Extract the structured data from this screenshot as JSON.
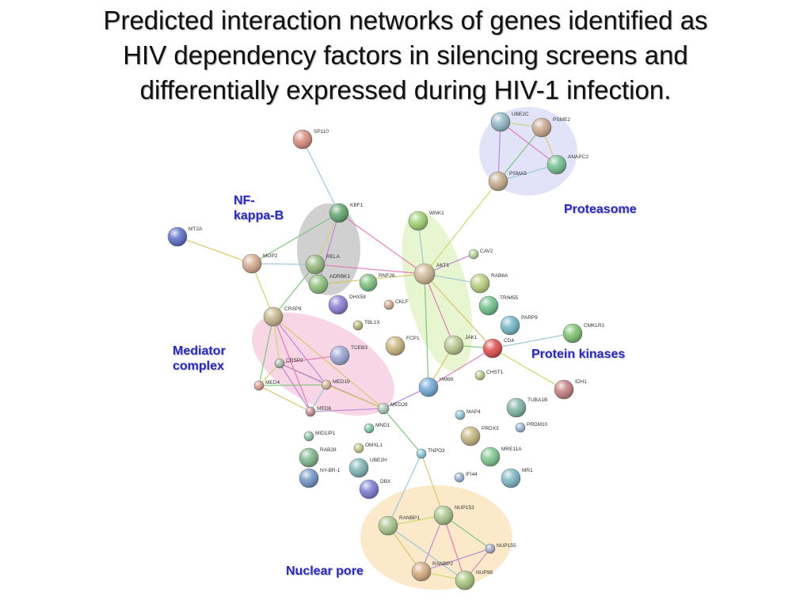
{
  "title": {
    "lines": [
      "Predicted interaction networks of genes identified as",
      "HIV dependency factors in silencing screens and",
      "differentially expressed during HIV-1 infection."
    ]
  },
  "clusters": {
    "nfkb": [
      "NF-",
      "kappa-B"
    ],
    "proteasome": "Proteasome",
    "mediator": [
      "Mediator",
      "complex"
    ],
    "kinases": "Protein kinases",
    "nuclear_pore": "Nuclear pore"
  },
  "nodes": [
    {
      "id": "SP110",
      "label": "SP110",
      "color": "#d88a7c"
    },
    {
      "id": "UBE2C",
      "label": "UBE2C",
      "color": "#8fb7c6"
    },
    {
      "id": "PSME2",
      "label": "PSME2",
      "color": "#c9a48c"
    },
    {
      "id": "ANAPC2",
      "label": "ANAPC2",
      "color": "#6fbf8c"
    },
    {
      "id": "PSMA5",
      "label": "PSMA5",
      "color": "#c4a98a"
    },
    {
      "id": "KBF1",
      "label": "KBF1",
      "color": "#5fa36a"
    },
    {
      "id": "WNK1",
      "label": "WNK1",
      "color": "#9fcf6f"
    },
    {
      "id": "MT2A",
      "label": "MT2A",
      "color": "#5a6bc4"
    },
    {
      "id": "MOP2",
      "label": "MOP2",
      "color": "#d4a88a"
    },
    {
      "id": "RELA",
      "label": "RELA",
      "color": "#93b87a"
    },
    {
      "id": "ADRBK1",
      "label": "ADRBK1",
      "color": "#8cbf78"
    },
    {
      "id": "RNF26",
      "label": "RNF26",
      "color": "#7cbf7c"
    },
    {
      "id": "CAV2",
      "label": "CAV2",
      "color": "#b8d49a"
    },
    {
      "id": "AKT1",
      "label": "AKT1",
      "color": "#d0b894"
    },
    {
      "id": "RAB8A",
      "label": "RAB8A",
      "color": "#b8cf7c"
    },
    {
      "id": "DHX58",
      "label": "DHX58",
      "color": "#8a7ad4"
    },
    {
      "id": "CKLF",
      "label": "CKLF",
      "color": "#d4a88a"
    },
    {
      "id": "TRIM55",
      "label": "TRIM55",
      "color": "#6fbf8c"
    },
    {
      "id": "CRSP9",
      "label": "CRSP9",
      "color": "#c4b48a"
    },
    {
      "id": "TBL1X",
      "label": "TBL1X",
      "color": "#b8b47a"
    },
    {
      "id": "PARP9",
      "label": "PARP9",
      "color": "#6fb4c4"
    },
    {
      "id": "CMKLR1",
      "label": "CMKLR1",
      "color": "#7cbf6f"
    },
    {
      "id": "TCEB3",
      "label": "TCEB3",
      "color": "#9aa4d4"
    },
    {
      "id": "FCP1",
      "label": "FCP1",
      "color": "#c8b47c"
    },
    {
      "id": "JAK1",
      "label": "JAK1",
      "color": "#b8c48a"
    },
    {
      "id": "CD4",
      "label": "CD4",
      "color": "#e04a4a"
    },
    {
      "id": "CRSP2",
      "label": "CRSP2",
      "color": "#a8b4a8"
    },
    {
      "id": "MED19",
      "label": "MED19",
      "color": "#d4b494"
    },
    {
      "id": "MED4",
      "label": "MED4",
      "color": "#d49a8a"
    },
    {
      "id": "CHST1",
      "label": "CHST1",
      "color": "#b8cf8a"
    },
    {
      "id": "HM89",
      "label": "HM89",
      "color": "#6fa8d8"
    },
    {
      "id": "IDH1",
      "label": "IDH1",
      "color": "#c47c7c"
    },
    {
      "id": "TUBA1B",
      "label": "TUBA1B",
      "color": "#7cb4a4"
    },
    {
      "id": "MED6",
      "label": "MED6",
      "color": "#c48a94"
    },
    {
      "id": "MED28",
      "label": "MED28",
      "color": "#a8c4b4"
    },
    {
      "id": "MAP4",
      "label": "MAP4",
      "color": "#8ac4d4"
    },
    {
      "id": "MND1",
      "label": "MND1",
      "color": "#7cc4a4"
    },
    {
      "id": "PRDM10",
      "label": "PRDM10",
      "color": "#9ab4d4"
    },
    {
      "id": "PRDX3",
      "label": "PRDX3",
      "color": "#c4b47c"
    },
    {
      "id": "MID1IP1",
      "label": "MID1IP1",
      "color": "#8ac4a4"
    },
    {
      "id": "OMXL1",
      "label": "OMXL1",
      "color": "#c4c48a"
    },
    {
      "id": "RAB28",
      "label": "RAB28",
      "color": "#7cb48a"
    },
    {
      "id": "UBE2H",
      "label": "UBE2H",
      "color": "#7cb4b4"
    },
    {
      "id": "TNPO3",
      "label": "TNPO3",
      "color": "#8ac4d4"
    },
    {
      "id": "MRE11A",
      "label": "MRE11A",
      "color": "#7cc48a"
    },
    {
      "id": "NY-BR-1",
      "label": "NY-BR-1",
      "color": "#6f94c4"
    },
    {
      "id": "IFI44",
      "label": "IFI44",
      "color": "#9ab4d4"
    },
    {
      "id": "MR1",
      "label": "MR1",
      "color": "#7cb4c4"
    },
    {
      "id": "DBX",
      "label": "DBX",
      "color": "#7a7ad4"
    },
    {
      "id": "NUP153",
      "label": "NUP153",
      "color": "#a8c48a"
    },
    {
      "id": "RANBP1",
      "label": "RANBP1",
      "color": "#a8c48a"
    },
    {
      "id": "NUP155",
      "label": "NUP155",
      "color": "#a8a8c4"
    },
    {
      "id": "RANBP2",
      "label": "RANBP2",
      "color": "#d4a87c"
    },
    {
      "id": "NUP98",
      "label": "NUP98",
      "color": "#a8c47c"
    }
  ],
  "edges": [
    [
      "SP110",
      "KBF1"
    ],
    [
      "KBF1",
      "RELA"
    ],
    [
      "KBF1",
      "ADRBK1"
    ],
    [
      "KBF1",
      "AKT1"
    ],
    [
      "KBF1",
      "MOP2"
    ],
    [
      "MT2A",
      "MOP2"
    ],
    [
      "MOP2",
      "RELA"
    ],
    [
      "MOP2",
      "CRSP9"
    ],
    [
      "RELA",
      "ADRBK1"
    ],
    [
      "RELA",
      "AKT1"
    ],
    [
      "RELA",
      "CRSP9"
    ],
    [
      "ADRBK1",
      "AKT1"
    ],
    [
      "WNK1",
      "AKT1"
    ],
    [
      "AKT1",
      "PSMA5"
    ],
    [
      "AKT1",
      "CAV2"
    ],
    [
      "AKT1",
      "JAK1"
    ],
    [
      "AKT1",
      "HM89"
    ],
    [
      "AKT1",
      "CD4"
    ],
    [
      "AKT1",
      "RAB8A"
    ],
    [
      "UBE2C",
      "PSME2"
    ],
    [
      "UBE2C",
      "PSMA5"
    ],
    [
      "UBE2C",
      "ANAPC2"
    ],
    [
      "PSME2",
      "PSMA5"
    ],
    [
      "PSME2",
      "ANAPC2"
    ],
    [
      "ANAPC2",
      "PSMA5"
    ],
    [
      "CRSP9",
      "CRSP2"
    ],
    [
      "CRSP9",
      "MED19"
    ],
    [
      "CRSP9",
      "MED6"
    ],
    [
      "CRSP9",
      "MED4"
    ],
    [
      "CRSP9",
      "MED28"
    ],
    [
      "CRSP2",
      "MED19"
    ],
    [
      "CRSP2",
      "MED4"
    ],
    [
      "CRSP2",
      "MED6"
    ],
    [
      "CRSP2",
      "MED28"
    ],
    [
      "MED4",
      "MED19"
    ],
    [
      "MED4",
      "MED6"
    ],
    [
      "MED19",
      "MED6"
    ],
    [
      "MED19",
      "MED28"
    ],
    [
      "MED6",
      "MED28"
    ],
    [
      "TCEB3",
      "CRSP2"
    ],
    [
      "JAK1",
      "CD4"
    ],
    [
      "JAK1",
      "HM89"
    ],
    [
      "CD4",
      "CMKLR1"
    ],
    [
      "CD4",
      "IDH1"
    ],
    [
      "HM89",
      "MED28"
    ],
    [
      "HM89",
      "CD4"
    ],
    [
      "MED28",
      "TNPO3"
    ],
    [
      "TNPO3",
      "NUP153"
    ],
    [
      "TNPO3",
      "RANBP1"
    ],
    [
      "NUP153",
      "RANBP1"
    ],
    [
      "NUP153",
      "RANBP2"
    ],
    [
      "NUP153",
      "NUP98"
    ],
    [
      "NUP153",
      "NUP155"
    ],
    [
      "RANBP1",
      "RANBP2"
    ],
    [
      "RANBP1",
      "NUP98"
    ],
    [
      "RANBP2",
      "NUP98"
    ],
    [
      "RANBP2",
      "NUP155"
    ],
    [
      "NUP155",
      "NUP98"
    ]
  ]
}
